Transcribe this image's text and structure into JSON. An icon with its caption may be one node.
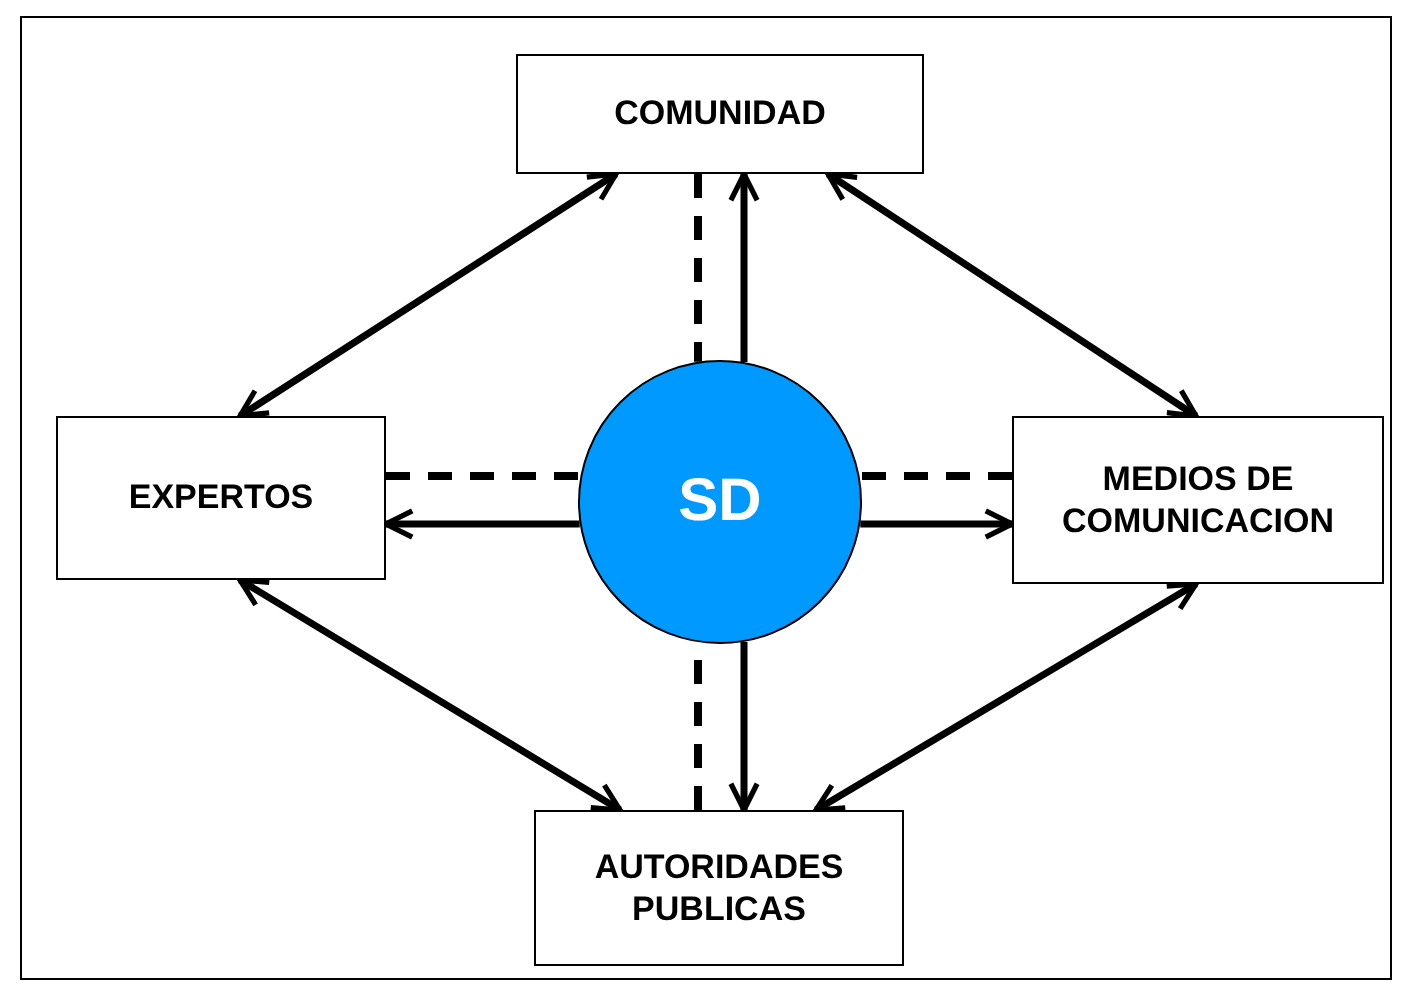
{
  "diagram": {
    "nodes": [
      {
        "text": [
          "COMUNIDAD"
        ]
      },
      {
        "text": [
          "EXPERTOS"
        ]
      },
      {
        "text": [
          "SD"
        ]
      },
      {
        "text": [
          "MEDIOS DE COMUNICACION"
        ]
      },
      {
        "text": [
          "AUTORIDADES PUBLICAS"
        ]
      }
    ],
    "edges": [
      {
        "from": 0,
        "to": 1,
        "arrow": "both"
      },
      {
        "from": 0,
        "to": 3,
        "arrow": "both"
      },
      {
        "from": 1,
        "to": 4,
        "arrow": "both"
      },
      {
        "from": 3,
        "to": 4,
        "arrow": "both"
      },
      {
        "from": 2,
        "to": 0,
        "arrow": "to"
      },
      {
        "from": 2,
        "to": 1,
        "arrow": "to"
      },
      {
        "from": 2,
        "to": 3,
        "arrow": "to"
      },
      {
        "from": 2,
        "to": 4,
        "arrow": "to"
      },
      {
        "from": 0,
        "to": 2,
        "arrow": "none",
        "style": "dashed"
      },
      {
        "from": 1,
        "to": 2,
        "arrow": "none",
        "style": "dashed"
      },
      {
        "from": 3,
        "to": 2,
        "arrow": "none",
        "style": "dashed"
      },
      {
        "from": 4,
        "to": 2,
        "arrow": "none",
        "style": "dashed"
      }
    ]
  }
}
